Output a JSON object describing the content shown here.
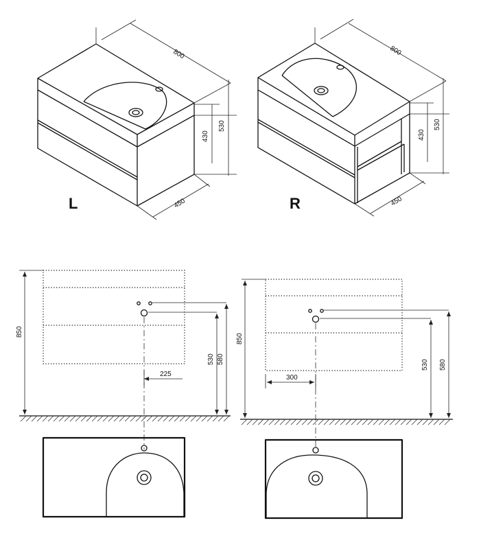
{
  "variants": {
    "left": {
      "label": "L",
      "dims": {
        "width": "800",
        "height": "530",
        "drawer_height": "430",
        "depth": "450"
      }
    },
    "right": {
      "label": "R",
      "dims": {
        "width": "800",
        "height": "530",
        "drawer_height": "430",
        "depth": "450"
      }
    }
  },
  "elevations": {
    "left": {
      "total_height": "850",
      "top_height": "530",
      "tap_height": "580",
      "drain_offset": "225"
    },
    "right": {
      "total_height": "850",
      "top_height": "530",
      "tap_height": "580",
      "drain_offset": "300"
    }
  }
}
